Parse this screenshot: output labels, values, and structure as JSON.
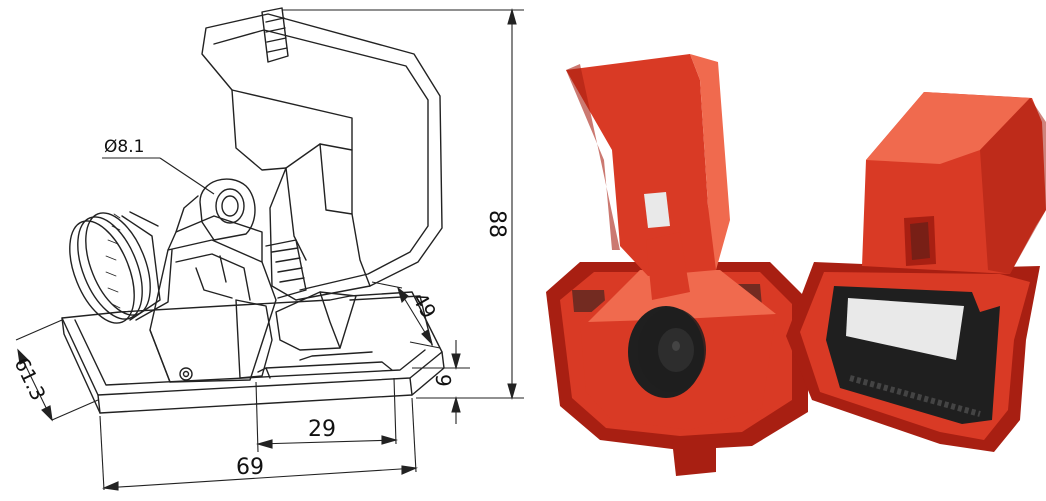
{
  "drawing": {
    "dimensions": {
      "diameter": "Ø8.1",
      "height": "88",
      "width": "69",
      "base_depth": "29",
      "side": "61.3",
      "upper": "49",
      "small": "9"
    }
  },
  "photo": {
    "colors": {
      "red_body": "#d93a25",
      "red_light": "#f06a4e",
      "red_dark": "#a81f12",
      "knob": "#1f1f1f",
      "window": "#e9e9e9"
    }
  }
}
